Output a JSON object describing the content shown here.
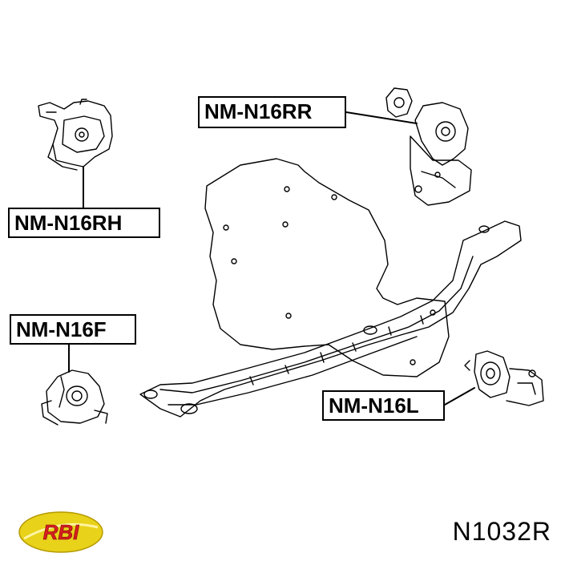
{
  "labels": {
    "right_hand": "NM-N16RH",
    "rear_right": "NM-N16RR",
    "front": "NM-N16F",
    "left": "NM-N16L"
  },
  "brand": {
    "name": "RBI",
    "primary_color": "#e8d21a",
    "accent_color": "#d81e1e"
  },
  "part_number": "N1032R"
}
